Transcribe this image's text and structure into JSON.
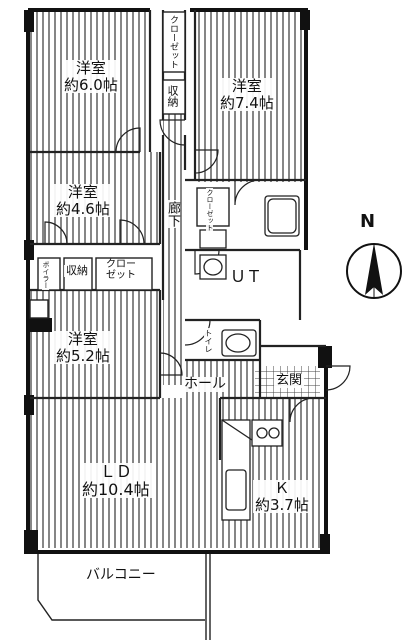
{
  "rooms": {
    "room_nw": {
      "name": "洋室",
      "size": "約6.0帖"
    },
    "room_ne": {
      "name": "洋室",
      "size": "約7.4帖"
    },
    "room_w_mid": {
      "name": "洋室",
      "size": "約4.6帖"
    },
    "room_w_low": {
      "name": "洋室",
      "size": "約5.2帖"
    },
    "ldk": {
      "name": "ＬＤ",
      "size": "約10.4帖"
    },
    "kitchen": {
      "name": "Ｋ",
      "size": "約3.7帖"
    }
  },
  "labels": {
    "closet_top": "クローゼット",
    "storage_top": "収納",
    "corridor": "廊下",
    "closet_mid": "クローゼット",
    "utility": "ＵＴ",
    "boiler": "ボイラー",
    "storage_left": "収納",
    "closet_left_line1": "クロー",
    "closet_left_line2": "ゼット",
    "toilet": "トイレ",
    "hall": "ホール",
    "entrance": "玄関",
    "balcony": "バルコニー"
  },
  "compass": {
    "label": "N"
  }
}
